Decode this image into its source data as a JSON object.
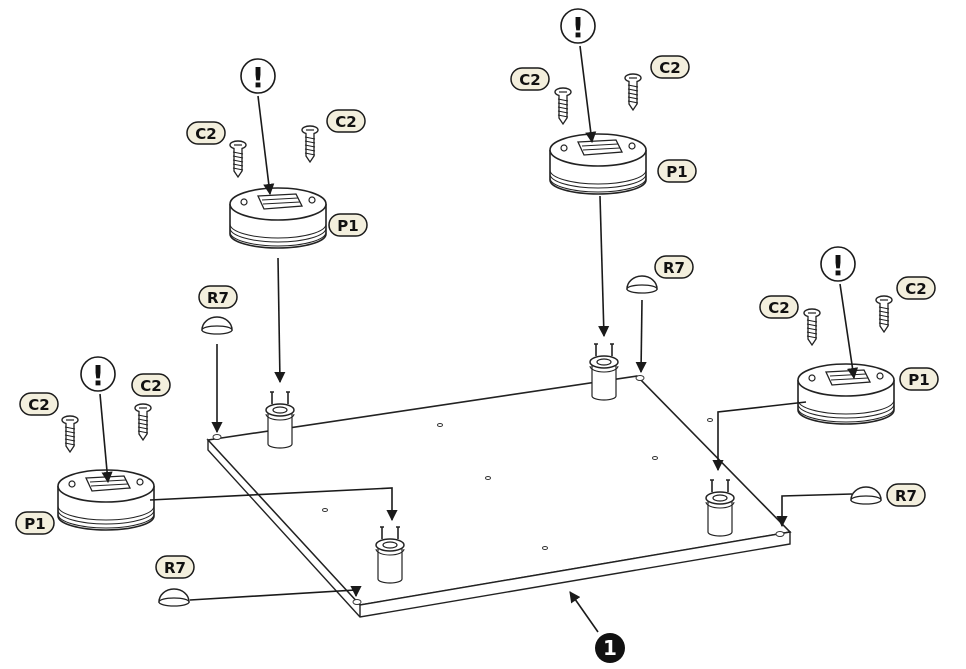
{
  "labels": {
    "C2": "C2",
    "P1": "P1",
    "R7": "R7",
    "caution": "!",
    "part_number": "1"
  },
  "colors": {
    "stroke": "#1a1a1a",
    "fill": "#ffffff",
    "label_fill": "#f3efdd",
    "callout_fill": "#111111"
  }
}
